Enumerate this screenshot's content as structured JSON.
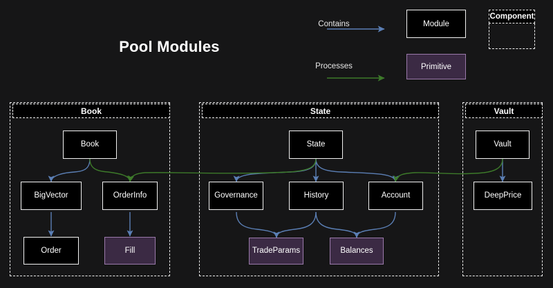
{
  "title": "Pool Modules",
  "colors": {
    "background": "#161617",
    "module_fill": "#000000",
    "module_border": "#f2f2f2",
    "primitive_fill": "#3b2a44",
    "primitive_border": "#9b7aab",
    "contains_edge": "#5b7fb5",
    "processes_edge": "#3d7a2a",
    "text": "#ffffff"
  },
  "legend": {
    "contains_label": "Contains",
    "processes_label": "Processes",
    "module_label": "Module",
    "primitive_label": "Primitive",
    "component_label": "Component"
  },
  "groups": [
    {
      "id": "book",
      "label": "Book"
    },
    {
      "id": "state",
      "label": "State"
    },
    {
      "id": "vault",
      "label": "Vault"
    }
  ],
  "nodes": [
    {
      "id": "book",
      "label": "Book",
      "type": "module",
      "group": "book"
    },
    {
      "id": "bigvector",
      "label": "BigVector",
      "type": "module",
      "group": "book"
    },
    {
      "id": "orderinfo",
      "label": "OrderInfo",
      "type": "module",
      "group": "book"
    },
    {
      "id": "order",
      "label": "Order",
      "type": "module",
      "group": "book"
    },
    {
      "id": "fill",
      "label": "Fill",
      "type": "primitive",
      "group": "book"
    },
    {
      "id": "state",
      "label": "State",
      "type": "module",
      "group": "state"
    },
    {
      "id": "governance",
      "label": "Governance",
      "type": "module",
      "group": "state"
    },
    {
      "id": "history",
      "label": "History",
      "type": "module",
      "group": "state"
    },
    {
      "id": "account",
      "label": "Account",
      "type": "module",
      "group": "state"
    },
    {
      "id": "tradeparams",
      "label": "TradeParams",
      "type": "primitive",
      "group": "state"
    },
    {
      "id": "balances",
      "label": "Balances",
      "type": "primitive",
      "group": "state"
    },
    {
      "id": "vault",
      "label": "Vault",
      "type": "module",
      "group": "vault"
    },
    {
      "id": "deepprice",
      "label": "DeepPrice",
      "type": "module",
      "group": "vault"
    }
  ],
  "edges": [
    {
      "from": "book",
      "to": "bigvector",
      "kind": "contains"
    },
    {
      "from": "bigvector",
      "to": "order",
      "kind": "contains"
    },
    {
      "from": "orderinfo",
      "to": "fill",
      "kind": "contains"
    },
    {
      "from": "book",
      "to": "orderinfo",
      "kind": "processes"
    },
    {
      "from": "state",
      "to": "governance",
      "kind": "contains"
    },
    {
      "from": "state",
      "to": "history",
      "kind": "contains"
    },
    {
      "from": "state",
      "to": "account",
      "kind": "contains"
    },
    {
      "from": "governance",
      "to": "tradeparams",
      "kind": "contains"
    },
    {
      "from": "history",
      "to": "tradeparams",
      "kind": "contains"
    },
    {
      "from": "history",
      "to": "balances",
      "kind": "contains"
    },
    {
      "from": "account",
      "to": "balances",
      "kind": "contains"
    },
    {
      "from": "vault",
      "to": "deepprice",
      "kind": "contains"
    },
    {
      "from": "vault",
      "to": "account",
      "kind": "processes"
    },
    {
      "from": "state",
      "to": "orderinfo",
      "kind": "processes"
    }
  ]
}
